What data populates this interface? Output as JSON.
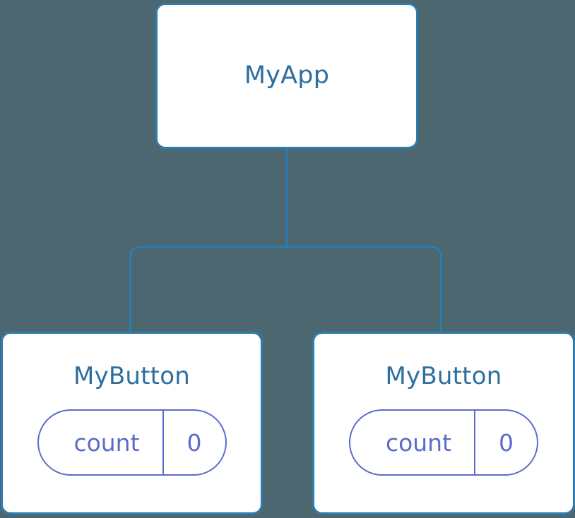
{
  "canvas": {
    "background_color": "#4c6770",
    "node_border_color": "#2d7cb0",
    "node_fill_color": "#ffffff",
    "node_title_color": "#2d6f9e",
    "pill_color": "#5c6bc9",
    "connector_color": "#2d7cb0"
  },
  "tree": {
    "root": {
      "title": "MyApp"
    },
    "children": [
      {
        "title": "MyButton",
        "state": {
          "key": "count",
          "value": "0"
        }
      },
      {
        "title": "MyButton",
        "state": {
          "key": "count",
          "value": "0"
        }
      }
    ]
  }
}
